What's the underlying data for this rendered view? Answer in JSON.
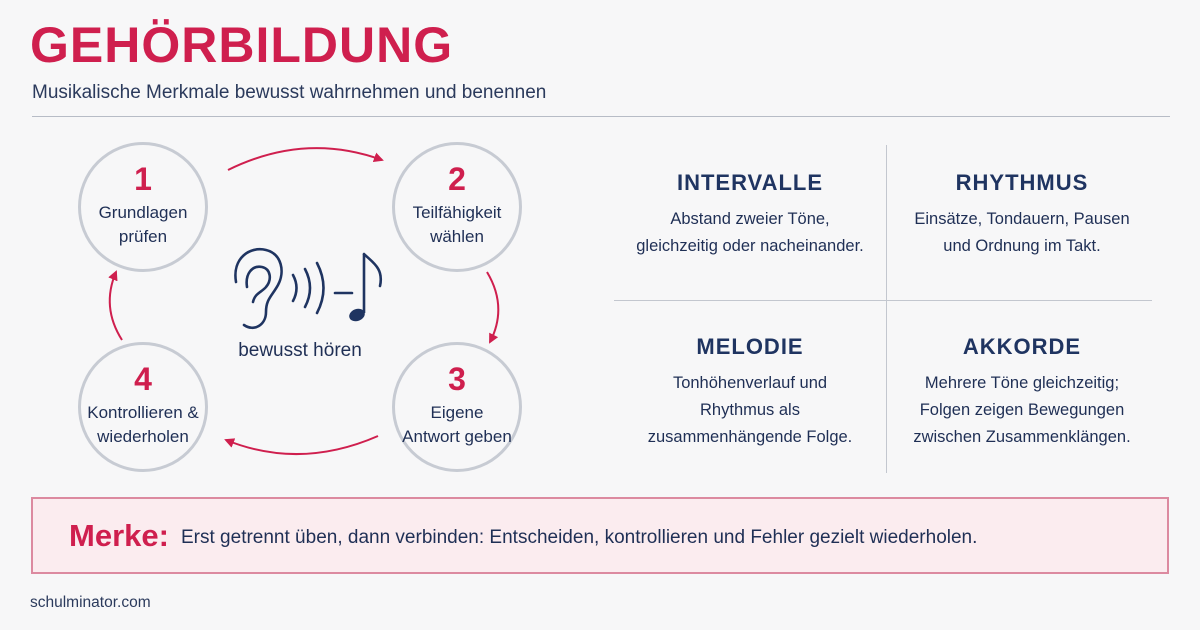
{
  "header": {
    "title": "GEHÖRBILDUNG",
    "subtitle": "Musikalische Merkmale bewusst wahrnehmen und benennen"
  },
  "cycle": {
    "steps": [
      {
        "number": "1",
        "label": "Grundlagen\nprüfen"
      },
      {
        "number": "2",
        "label": "Teilfähigkeit\nwählen"
      },
      {
        "number": "3",
        "label": "Eigene\nAntwort geben"
      },
      {
        "number": "4",
        "label": "Kontrollieren &\nwiederholen"
      }
    ],
    "center_label": "bewusst hören",
    "center_icons": [
      "ear-icon",
      "sound-waves-icon",
      "music-note-icon"
    ]
  },
  "features": [
    {
      "title": "INTERVALLE",
      "text": "Abstand zweier Töne,\ngleichzeitig oder nacheinander."
    },
    {
      "title": "RHYTHMUS",
      "text": "Einsätze, Tondauern, Pausen\nund Ordnung im Takt."
    },
    {
      "title": "MELODIE",
      "text": "Tonhöhenverlauf und\nRhythmus als\nzusammenhängende Folge."
    },
    {
      "title": "AKKORDE",
      "text": "Mehrere Töne gleichzeitig;\nFolgen zeigen Bewegungen\nzwischen Zusammenklängen."
    }
  ],
  "note": {
    "label": "Merke:",
    "text": "Erst getrennt üben, dann verbinden: Entscheiden, kontrollieren und Fehler gezielt wiederholen."
  },
  "footer": {
    "site": "schulminator.com"
  },
  "colors": {
    "accent": "#cf1f4e",
    "navy": "#1f3461",
    "circle_border": "#c7cbd3",
    "note_bg": "#fbecef"
  }
}
